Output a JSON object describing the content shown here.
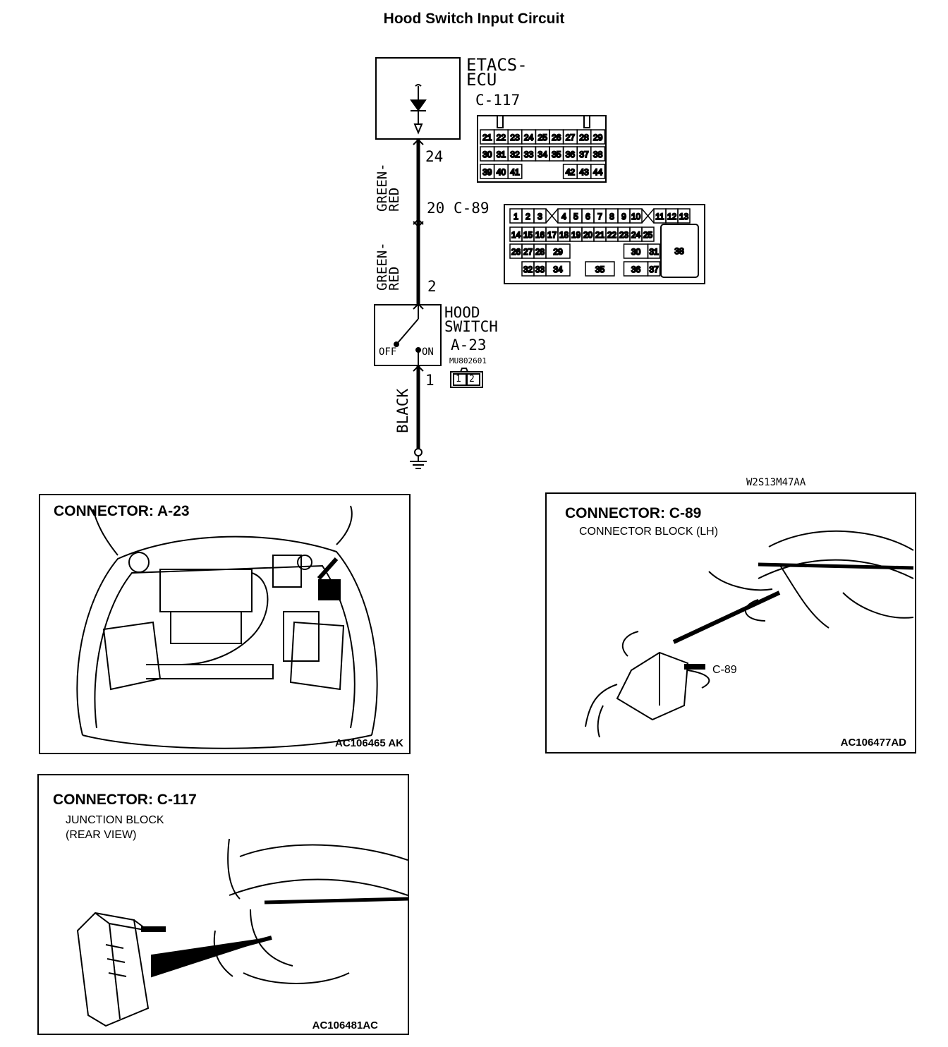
{
  "diagram": {
    "title": "Hood Switch Input Circuit",
    "doc_code": "W2S13M47AA",
    "ecu": {
      "label_line1": "ETACS-",
      "label_line2": "ECU",
      "connector": "C-117"
    },
    "c117_pins": {
      "row1": [
        "21",
        "22",
        "23",
        "24",
        "25",
        "26",
        "27",
        "28",
        "29"
      ],
      "row2": [
        "30",
        "31",
        "32",
        "33",
        "34",
        "35",
        "36",
        "37",
        "38"
      ],
      "row3": [
        "39",
        "40",
        "41",
        "42",
        "43",
        "44"
      ]
    },
    "wire_top": {
      "pin": "24",
      "color_line1": "GREEN-",
      "color_line2": "RED"
    },
    "junction": {
      "pin": "20",
      "connector": "C-89"
    },
    "c89_pins": {
      "row1": [
        "1",
        "2",
        "3",
        "4",
        "5",
        "6",
        "7",
        "8",
        "9",
        "10",
        "11",
        "12",
        "13"
      ],
      "row2": [
        "14",
        "15",
        "16",
        "17",
        "18",
        "19",
        "20",
        "21",
        "22",
        "23",
        "24",
        "25"
      ],
      "row3": [
        "26",
        "27",
        "28",
        "29",
        "30",
        "31"
      ],
      "row4": [
        "32",
        "33",
        "34",
        "35",
        "36",
        "37"
      ],
      "big": "38"
    },
    "wire_mid": {
      "pin": "2",
      "color_line1": "GREEN-",
      "color_line2": "RED"
    },
    "switch": {
      "label_line1": "HOOD",
      "label_line2": "SWITCH",
      "connector": "A-23",
      "part_no": "MU802601",
      "pin_a": "1",
      "pin_b": "2",
      "off_label": "OFF",
      "on_label": "ON"
    },
    "wire_bottom": {
      "pin": "1",
      "color": "BLACK"
    }
  },
  "panels": {
    "a23": {
      "title": "CONNECTOR: A-23",
      "code": "AC106465 AK"
    },
    "c89": {
      "title": "CONNECTOR: C-89",
      "subtitle": "CONNECTOR BLOCK (LH)",
      "callout": "C-89",
      "code": "AC106477AD"
    },
    "c117": {
      "title": "CONNECTOR: C-117",
      "subtitle_line1": "JUNCTION BLOCK",
      "subtitle_line2": "(REAR VIEW)",
      "code": "AC106481AC"
    }
  }
}
